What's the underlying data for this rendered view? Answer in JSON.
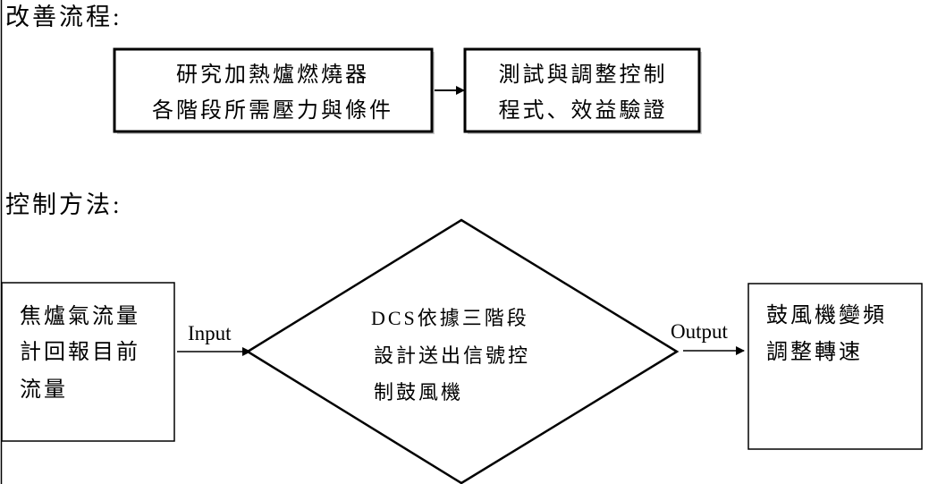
{
  "section1": {
    "title": "改善流程:",
    "step1": {
      "line1": "研究加熱爐燃燒器",
      "line2": "各階段所需壓力與條件"
    },
    "step2": {
      "line1": "測試與調整控制",
      "line2": "程式、效益驗證"
    }
  },
  "section2": {
    "title": "控制方法:",
    "input_box": {
      "line1": "焦爐氣流量",
      "line2": "計回報目前",
      "line3": "流量"
    },
    "input_label": "Input",
    "decision": {
      "line1": "DCS依據三階段",
      "line2": "設計送出信號控",
      "line3": "制鼓風機"
    },
    "output_label": "Output",
    "output_box": {
      "line1": "鼓風機變頻",
      "line2": "調整轉速"
    }
  }
}
